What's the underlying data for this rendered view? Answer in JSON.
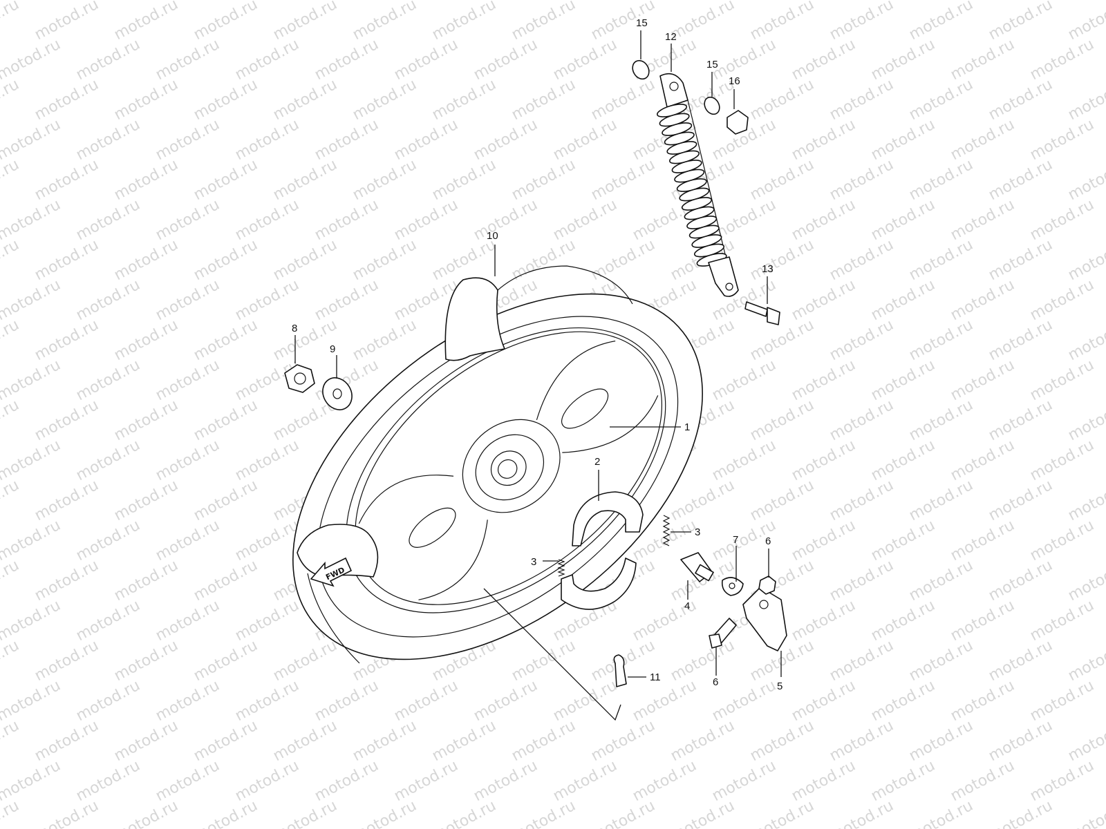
{
  "watermark": "motod.ru",
  "direction_label": "FWD",
  "callouts": [
    {
      "id": "c1",
      "label": "1"
    },
    {
      "id": "c2",
      "label": "2"
    },
    {
      "id": "c3a",
      "label": "3"
    },
    {
      "id": "c3b",
      "label": "3"
    },
    {
      "id": "c4",
      "label": "4"
    },
    {
      "id": "c5",
      "label": "5"
    },
    {
      "id": "c6",
      "label": "6"
    },
    {
      "id": "c7",
      "label": "7"
    },
    {
      "id": "c8",
      "label": "8"
    },
    {
      "id": "c9",
      "label": "9"
    },
    {
      "id": "c10",
      "label": "10"
    },
    {
      "id": "c11",
      "label": "11"
    },
    {
      "id": "c12",
      "label": "12"
    },
    {
      "id": "c13",
      "label": "13"
    },
    {
      "id": "c14",
      "label": "14"
    },
    {
      "id": "c15a",
      "label": "15"
    },
    {
      "id": "c15b",
      "label": "15"
    },
    {
      "id": "c16",
      "label": "16"
    }
  ]
}
